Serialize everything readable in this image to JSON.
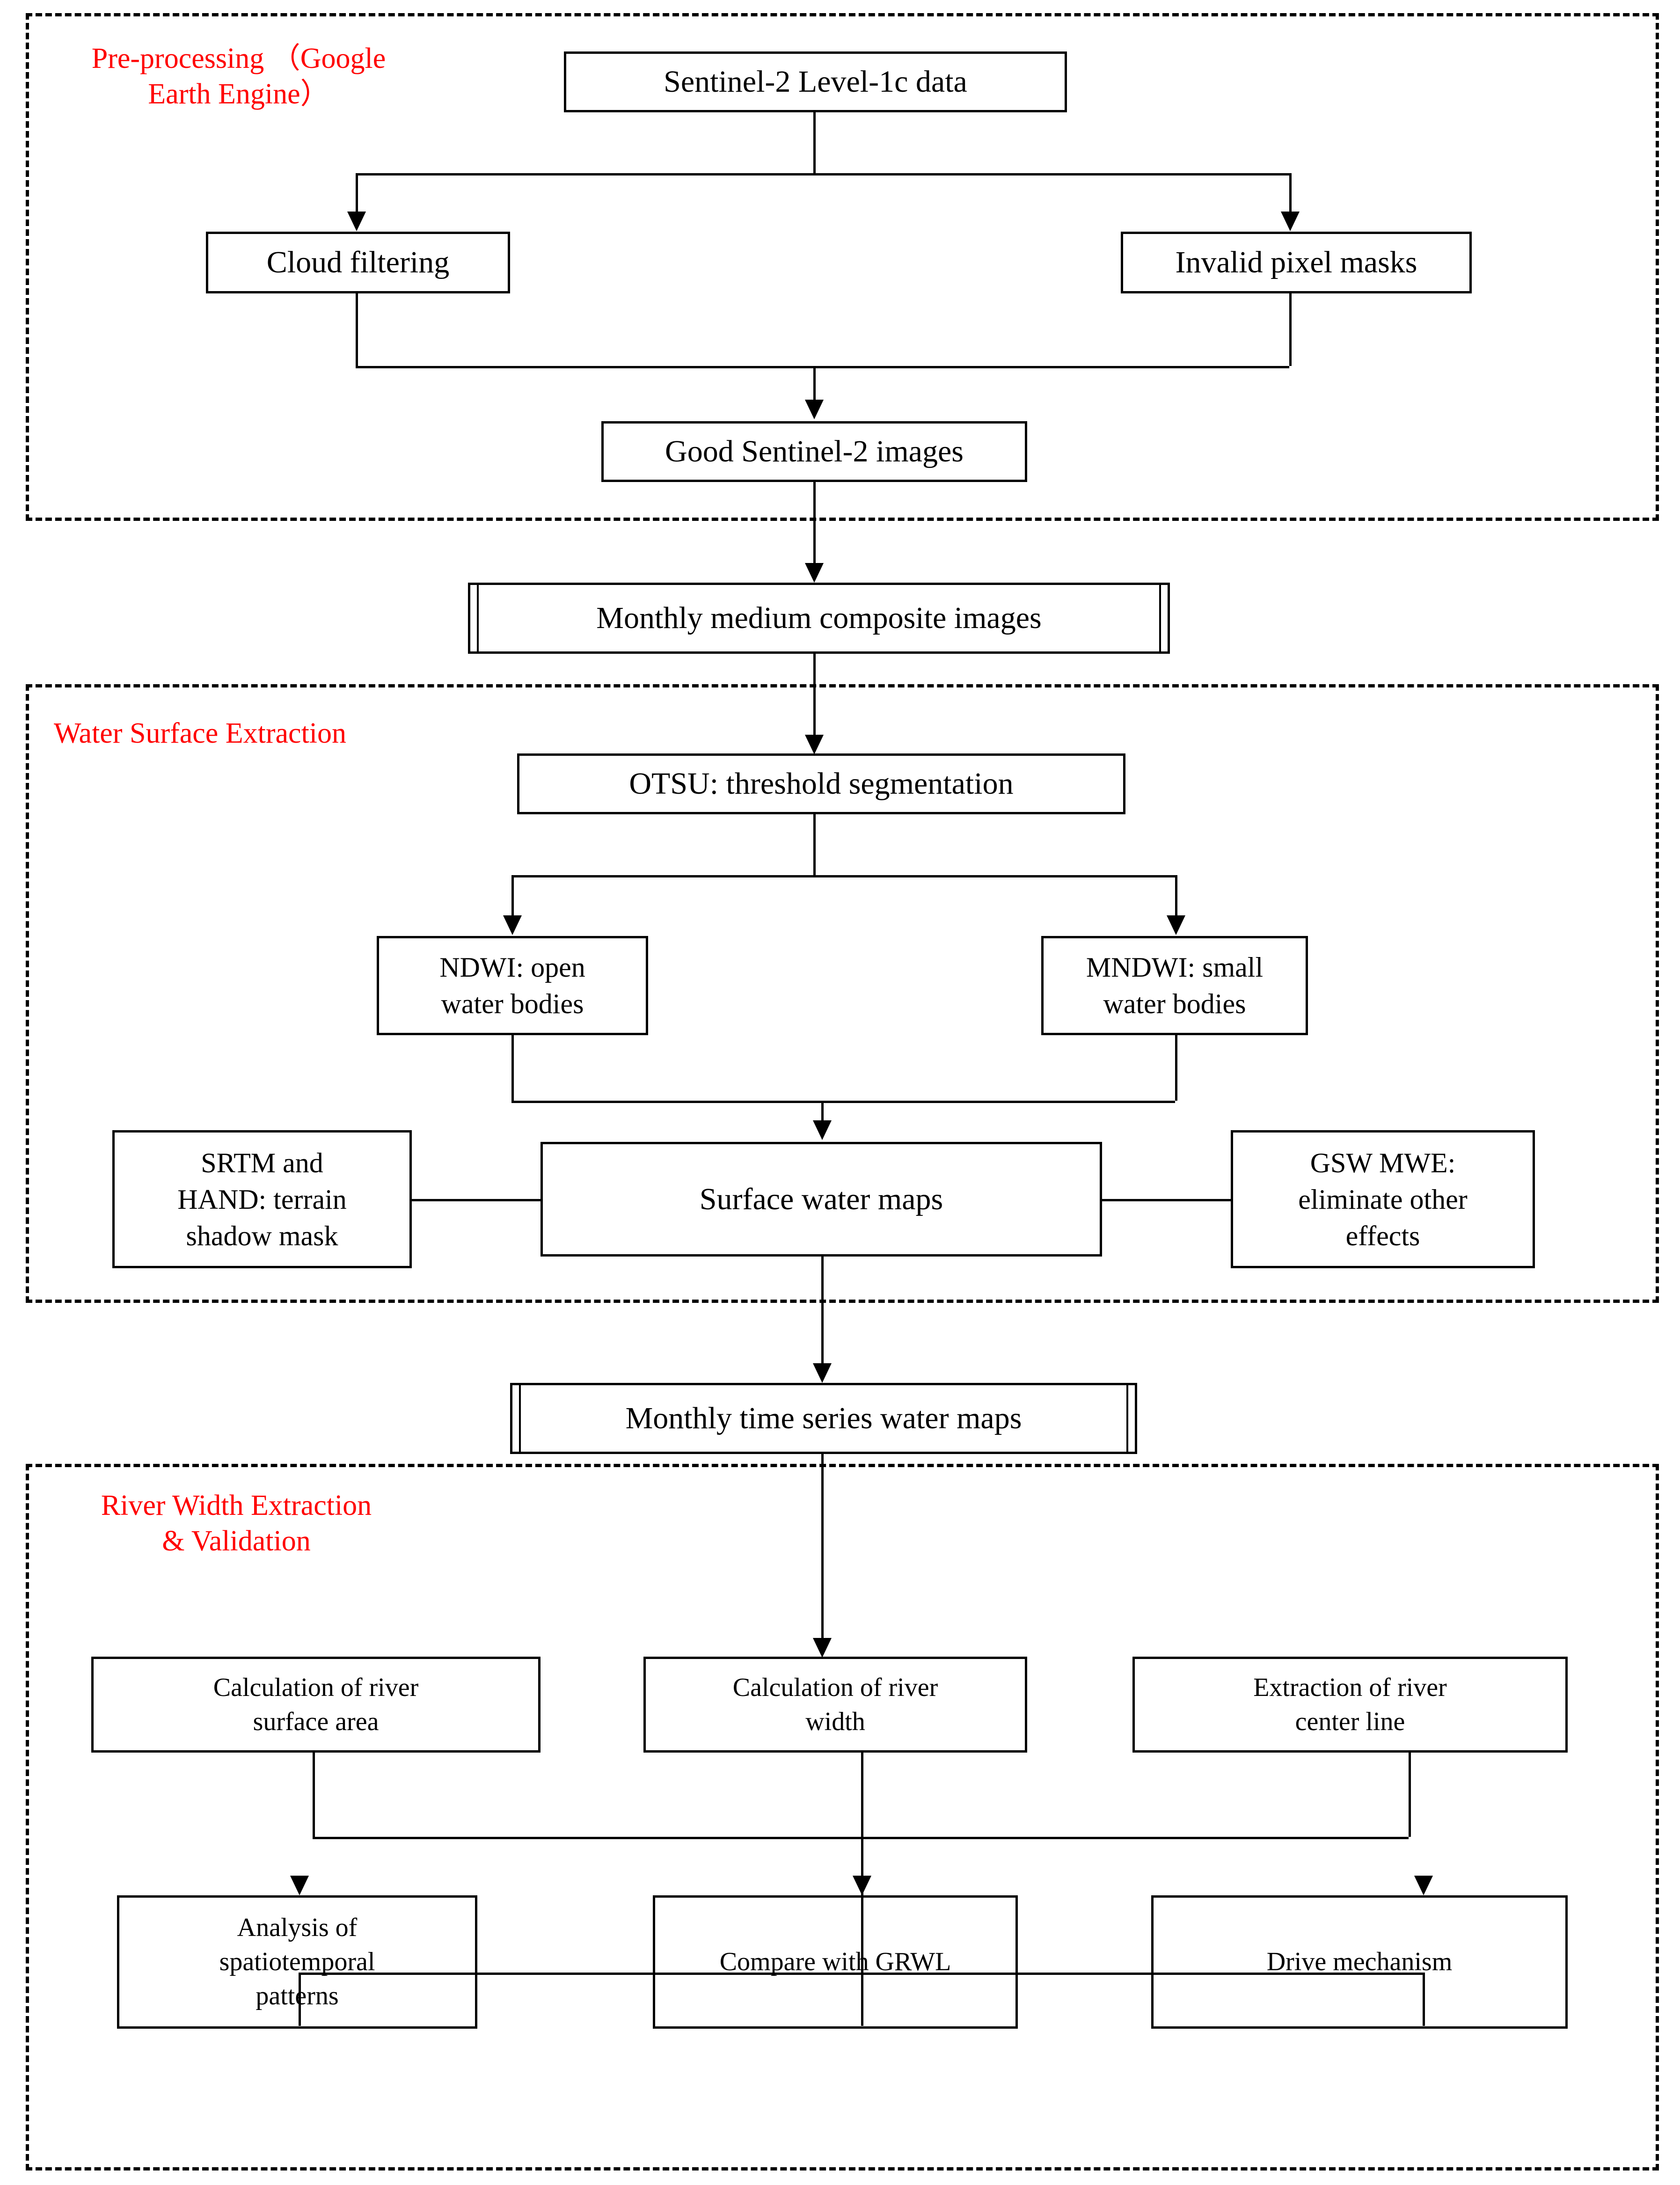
{
  "diagram": {
    "title": "River water surface extraction and width analysis workflow",
    "accent_color": "#ff0000",
    "line_color": "#000000",
    "background": "#ffffff"
  },
  "sections": [
    {
      "id": "pre-processing",
      "caption": "Pre-processing （Google\nEarth Engine）"
    },
    {
      "id": "water-surface-extraction",
      "caption": "Water Surface Extraction"
    },
    {
      "id": "river-width-extraction",
      "caption": "River Width Extraction\n& Validation"
    }
  ],
  "nodes": {
    "sentinel_data": "Sentinel-2 Level-1c data",
    "cloud_filtering": "Cloud filtering",
    "invalid_pixel_masks": "Invalid pixel masks",
    "good_images": "Good Sentinel-2 images",
    "monthly_composite": "Monthly medium composite images",
    "otsu": "OTSU: threshold segmentation",
    "ndwi": "NDWI: open\nwater bodies",
    "mndwi": "MNDWI: small\nwater bodies",
    "srtm_hand": "SRTM and\nHAND: terrain\nshadow mask",
    "surface_water_maps": "Surface water maps",
    "gsw_mwe": "GSW MWE:\neliminate other\neffects",
    "monthly_time_series": "Monthly time series water maps",
    "calc_surface_area": "Calculation of river\nsurface area",
    "calc_width": "Calculation of river\nwidth",
    "extract_center_line": "Extraction of river\ncenter line",
    "analysis_patterns": "Analysis of\nspatiotemporal\npatterns",
    "compare_grwl": "Compare with GRWL",
    "drive_mechanism": "Drive mechanism"
  }
}
